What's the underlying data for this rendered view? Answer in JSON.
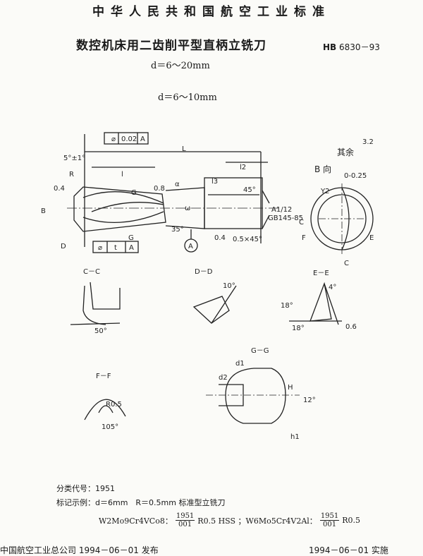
{
  "header": {
    "org_title": "中华人民共和国航空工业标准"
  },
  "doc": {
    "title": "数控机床用二齿削平型直柄立铣刀",
    "standard_prefix": "HB",
    "standard_no": "6830－93",
    "range_main": "d＝6～20mm",
    "range_sub": "d＝6～10mm"
  },
  "drawing": {
    "tolerance_frame": [
      "⌀",
      "0.02",
      "A"
    ],
    "tolerance_frame_lower": [
      "⌀",
      "t",
      "A"
    ],
    "labels": {
      "angle_top": "5°±1°",
      "radius": "R",
      "length_L": "L",
      "length_l": "l",
      "length_l2": "l2",
      "length_l3": "l3",
      "section_B": "B",
      "section_D": "D",
      "section_G": "G",
      "alpha": "α",
      "omega": "ω",
      "datum_A": "A",
      "angle_35": "35°",
      "angle_45": "45°",
      "chamfer": "0.5×45°",
      "center_hole": "A1/12",
      "center_std": "GB145-85",
      "rough_08": "0.8",
      "rough_04": "0.4",
      "other_label": "其余",
      "other_value": "3.2",
      "b_view": "B 向",
      "b_tol": "0-0.25",
      "view_C": "C",
      "view_E": "E",
      "view_F": "F",
      "y2": "Y2",
      "sec_CC": "C－C",
      "sec_DD": "D－D",
      "sec_EE": "E－E",
      "sec_FF": "F－F",
      "sec_GG": "G－G",
      "ang_10": "10°",
      "ang_4": "4°",
      "ang_18": "18°",
      "ang_50": "50°",
      "ang_105": "105°",
      "ang_12": "12°",
      "r_05": "R0.5",
      "dim_06": "0.6",
      "d1": "d1",
      "d2": "d2",
      "h1": "h1",
      "H": "H"
    }
  },
  "notes": {
    "classification": "分类代号：1951",
    "marking": "标记示例：d＝6mm　R＝0.5mm 标准型立铣刀",
    "formula": {
      "part1_pre": "W2Mo9Cr4VCo8：",
      "frac1_num": "1951",
      "frac1_den": "001",
      "part1_post": "R0.5 HSS ；W6Mo5Cr4V2Al：",
      "frac2_num": "1951",
      "frac2_den": "001",
      "part2_post": "R0.5"
    }
  },
  "footer": {
    "left": "中国航空工业总公司 1994－06－01 发布",
    "right": "1994－06－01 实施"
  }
}
